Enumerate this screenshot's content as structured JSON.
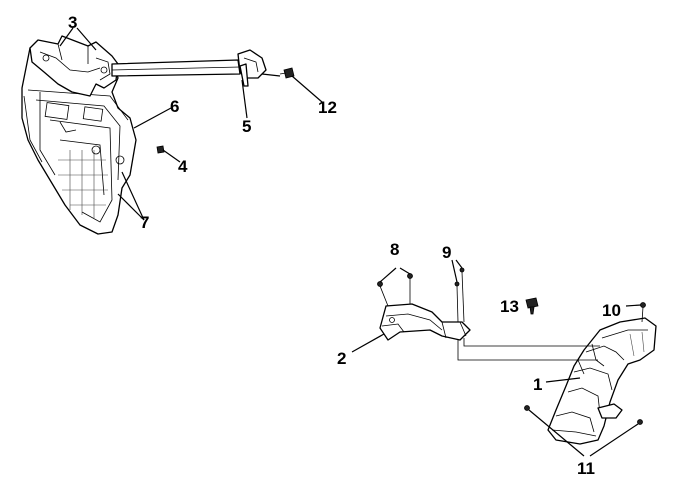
{
  "callouts": {
    "c1": "1",
    "c2": "2",
    "c3": "3",
    "c4": "4",
    "c5": "5",
    "c6": "6",
    "c7": "7",
    "c8": "8",
    "c9": "9",
    "c10": "10",
    "c11": "11",
    "c12": "12",
    "c13": "13"
  },
  "colors": {
    "ink": "#000000",
    "background": "#ffffff"
  }
}
